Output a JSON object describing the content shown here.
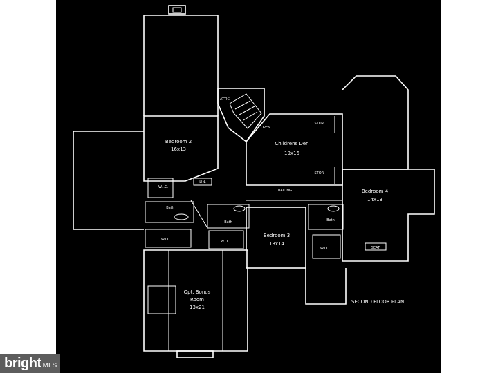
{
  "plan": {
    "title": "SECOND FLOOR PLAN",
    "rooms": [
      {
        "id": "bedroom-2",
        "name": "Bedroom 2",
        "dims": "16x13"
      },
      {
        "id": "childrens-den",
        "name": "Childrens Den",
        "dims": "19x16"
      },
      {
        "id": "bedroom-4",
        "name": "Bedroom 4",
        "dims": "14x13"
      },
      {
        "id": "bedroom-3",
        "name": "Bedroom 3",
        "dims": "13x14"
      },
      {
        "id": "opt-bonus-room",
        "name": "Opt. Bonus",
        "name2": "Room",
        "dims": "13x21"
      }
    ],
    "small_labels": {
      "wic1": "W.I.C.",
      "wic2": "W.I.C.",
      "wic3": "W.I.C.",
      "wic4": "W.I.C.",
      "bath1": "Bath",
      "bath2": "Bath",
      "bath3": "Bath",
      "linen": "LIN.",
      "seat": "SEAT",
      "attic": "ATTIC",
      "open": "OPEN",
      "storage1": "STOR.",
      "storage2": "STOR.",
      "railing": "RAILING"
    }
  },
  "watermark": {
    "brand": "bright",
    "suffix": "MLS"
  },
  "colors": {
    "background": "#000000",
    "lines": "#ffffff",
    "watermark_bg": "#5d5d5d"
  }
}
